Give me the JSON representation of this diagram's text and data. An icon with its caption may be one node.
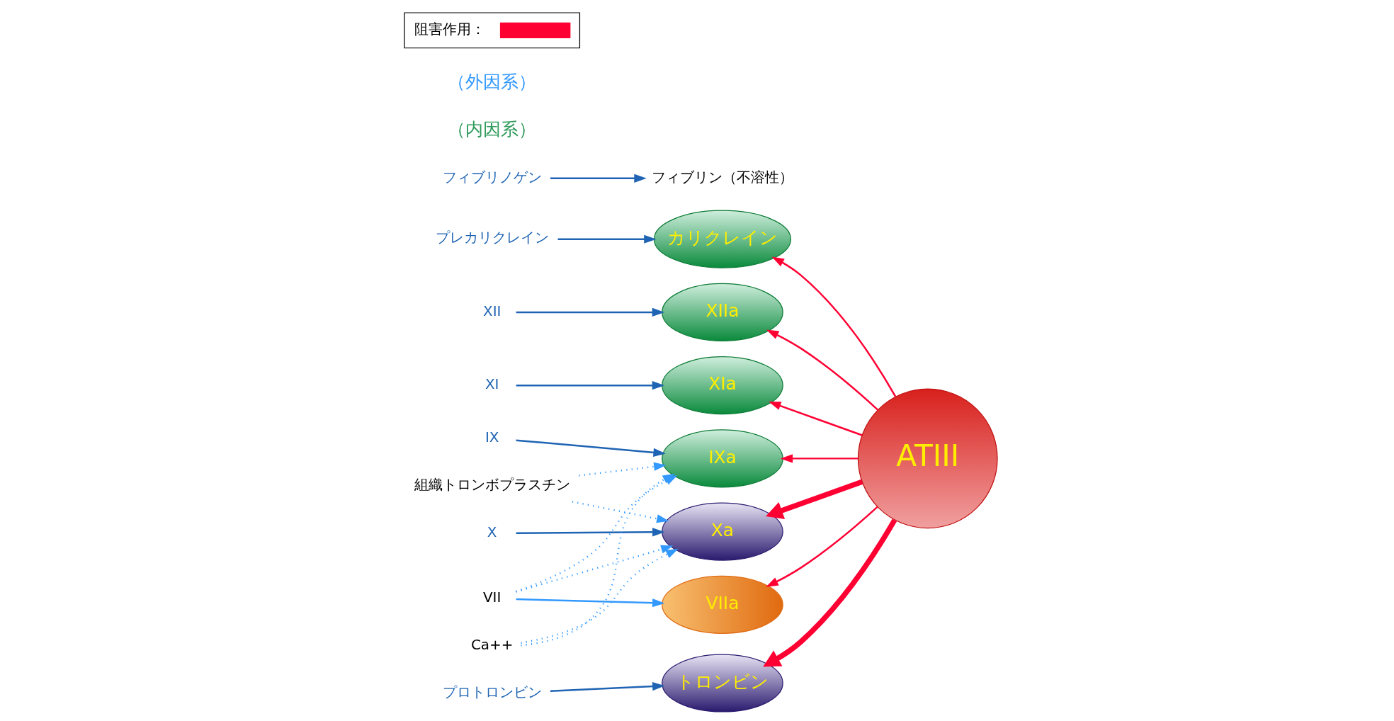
{
  "diagram": {
    "nodes": [
      {
        "text": [
          "プレカリクレイン"
        ]
      },
      {
        "text": [
          "カリクレイン"
        ]
      },
      {
        "text": [
          "XII"
        ]
      },
      {
        "text": [
          "XIIa"
        ]
      },
      {
        "text": [
          "XI"
        ]
      },
      {
        "text": [
          "XIa"
        ]
      },
      {
        "text": [
          "IX"
        ]
      },
      {
        "text": [
          "IXa"
        ]
      },
      {
        "text": [
          "X"
        ]
      },
      {
        "text": [
          "Xa"
        ]
      },
      {
        "text": [
          "プロトロンビン"
        ]
      },
      {
        "text": [
          "トロンビン"
        ]
      },
      {
        "text": [
          "フィブリノゲン"
        ]
      },
      {
        "text": [
          "フィブリン（不溶性）"
        ]
      },
      {
        "text": [
          "組織トロンボプラスチン"
        ]
      },
      {
        "text": [
          "VII"
        ]
      },
      {
        "text": [
          "Ca++"
        ]
      },
      {
        "text": [
          "VIIa"
        ]
      },
      {
        "text": [
          "ATIII"
        ]
      }
    ],
    "edges": [
      {
        "from": 0,
        "to": 1,
        "arrow": "to",
        "color": "#1f64b4"
      },
      {
        "from": 2,
        "to": 3,
        "arrow": "to",
        "color": "#1f64b4"
      },
      {
        "from": 4,
        "to": 5,
        "arrow": "to",
        "color": "#1f64b4"
      },
      {
        "from": 6,
        "to": 7,
        "arrow": "to",
        "color": "#1f64b4"
      },
      {
        "from": 8,
        "to": 9,
        "arrow": "to",
        "color": "#1f64b4"
      },
      {
        "from": 10,
        "to": 11,
        "arrow": "to",
        "color": "#1f64b4"
      },
      {
        "from": 12,
        "to": 13,
        "arrow": "to",
        "color": "#1f64b4"
      },
      {
        "from": 15,
        "to": 17,
        "arrow": "to",
        "color": "#3399ff"
      },
      {
        "from": 14,
        "to": 7,
        "arrow": "to",
        "style": "dashed",
        "color": "#3399ff"
      },
      {
        "from": 15,
        "to": 7,
        "arrow": "to",
        "style": "dashed",
        "color": "#3399ff"
      },
      {
        "from": 16,
        "to": 7,
        "arrow": "to",
        "style": "dashed",
        "color": "#3399ff"
      },
      {
        "from": 14,
        "to": 9,
        "arrow": "to",
        "style": "dashed",
        "color": "#3399ff"
      },
      {
        "from": 15,
        "to": 9,
        "arrow": "to",
        "style": "dashed",
        "color": "#3399ff"
      },
      {
        "from": 16,
        "to": 9,
        "arrow": "to",
        "style": "dashed",
        "color": "#3399ff"
      },
      {
        "from": 18,
        "to": 1,
        "arrow": "to",
        "color": "#ff0033"
      },
      {
        "from": 18,
        "to": 3,
        "arrow": "to",
        "color": "#ff0033"
      },
      {
        "from": 18,
        "to": 5,
        "arrow": "to",
        "color": "#ff0033"
      },
      {
        "from": 18,
        "to": 7,
        "arrow": "to",
        "color": "#ff0033"
      },
      {
        "from": 18,
        "to": 17,
        "arrow": "to",
        "color": "#ff0033"
      },
      {
        "from": 18,
        "to": 9,
        "arrow": "to",
        "style": "thick",
        "color": "#ff0033"
      },
      {
        "from": 18,
        "to": 11,
        "arrow": "to",
        "style": "thick",
        "color": "#ff0033"
      }
    ],
    "labels": [
      "（内因系）",
      "（外因系）"
    ],
    "legend": [
      {
        "text": "阻害作用："
      }
    ]
  }
}
